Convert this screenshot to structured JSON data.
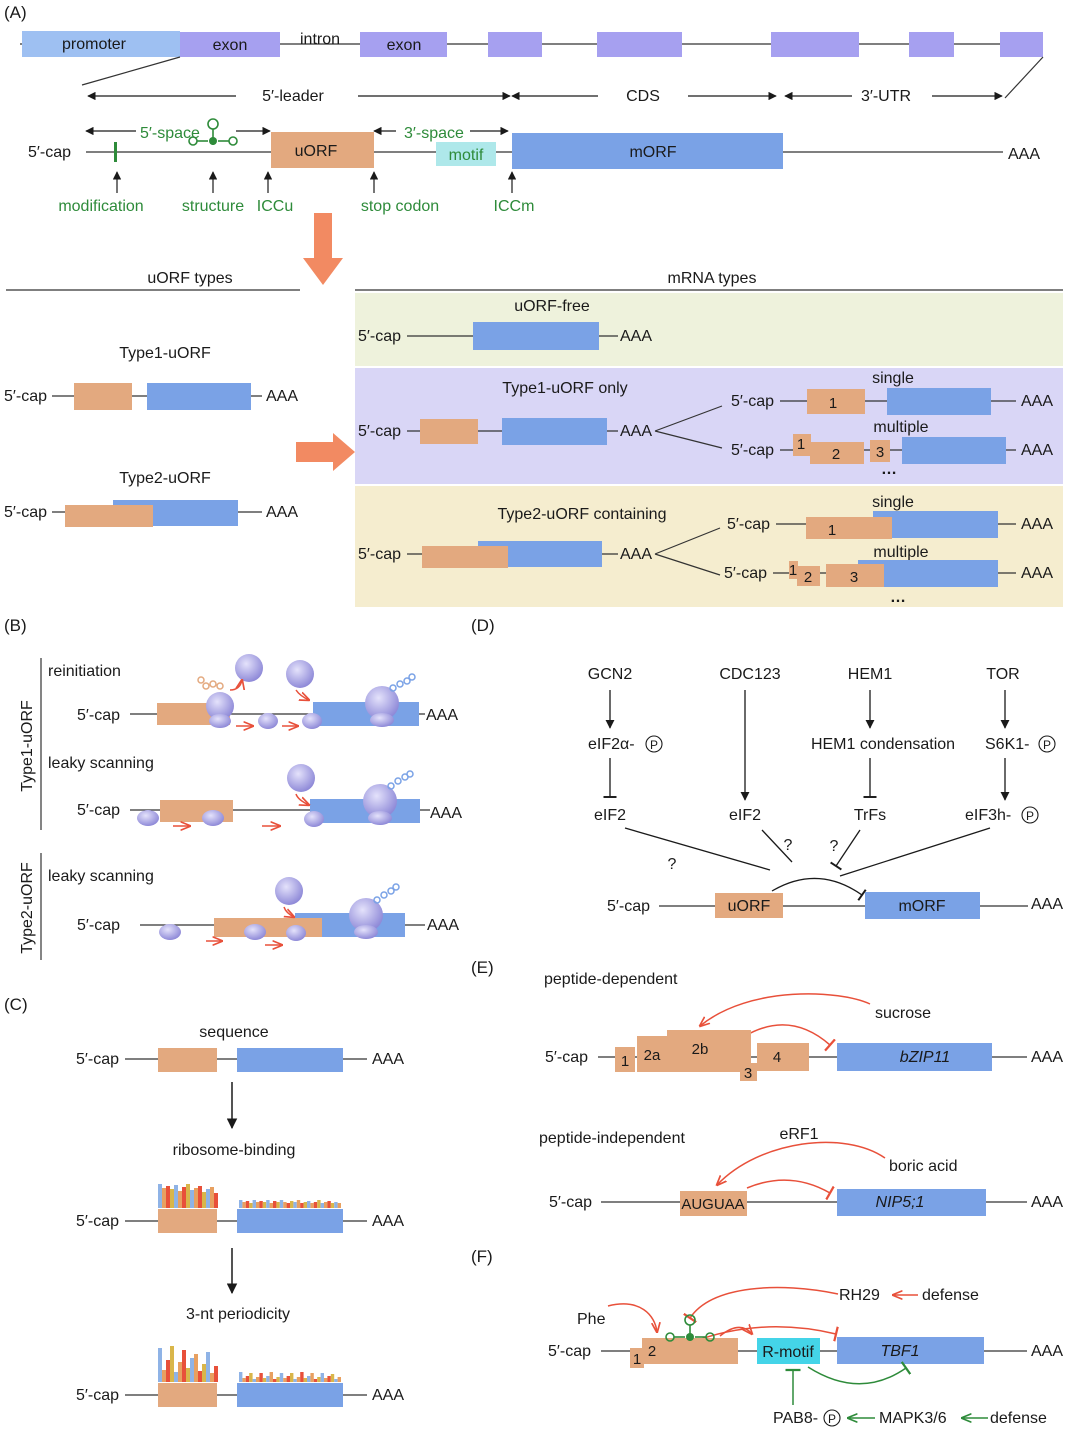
{
  "colors": {
    "orange_box": "#e3a97f",
    "blue_box": "#7aa2e6",
    "exon": "#a6a0f0",
    "promoter": "#9ec0f2",
    "motif": "#aee8ea",
    "green_panel": "#eef2dc",
    "purple_panel": "#d9d6f6",
    "yellow_panel": "#f5edcf",
    "red_arrow": "#e8503a",
    "green_text": "#2e8b3a",
    "big_arrow": "#f28a62",
    "r_motif": "#44d4e8"
  },
  "panels": {
    "a": "(A)",
    "b": "(B)",
    "c": "(C)",
    "d": "(D)",
    "e": "(E)",
    "f": "(F)"
  },
  "common": {
    "cap": "5′-cap",
    "aaa": "AAA"
  },
  "gene": {
    "promoter": "promoter",
    "exon": "exon",
    "intron": "intron",
    "leader": "5′-leader",
    "cds": "CDS",
    "utr3": "3′-UTR"
  },
  "mrna": {
    "space5": "5′-space",
    "space3": "3′-space",
    "uorf": "uORF",
    "motif": "motif",
    "morf": "mORF",
    "annotations": {
      "modification": "modification",
      "structure": "structure",
      "iccu": "ICCu",
      "stop_codon": "stop codon",
      "iccm": "ICCm"
    }
  },
  "uorf_types": {
    "header": "uORF types",
    "type1": "Type1-uORF",
    "type2": "Type2-uORF"
  },
  "mrna_types": {
    "header": "mRNA types",
    "free": "uORF-free",
    "type1_only": "Type1-uORF only",
    "type2_containing": "Type2-uORF containing",
    "single": "single",
    "multiple": "multiple",
    "ellipsis": "…",
    "nums": [
      "1",
      "2",
      "3"
    ]
  },
  "panel_b": {
    "type1": "Type1-uORF",
    "type2": "Type2-uORF",
    "reinitiation": "reinitiation",
    "leaky": "leaky scanning"
  },
  "panel_c": {
    "sequence": "sequence",
    "ribosome_binding": "ribosome-binding",
    "periodicity": "3-nt periodicity"
  },
  "panel_d": {
    "gcn2": "GCN2",
    "cdc123": "CDC123",
    "hem1": "HEM1",
    "tor": "TOR",
    "eif2a": "eIF2α-",
    "hem1_cond": "HEM1 condensation",
    "s6k1": "S6K1-",
    "eif2": "eIF2",
    "trfs": "TrFs",
    "eif3h": "eIF3h-",
    "q": "?",
    "p": "P",
    "uorf": "uORF",
    "morf": "mORF"
  },
  "panel_e": {
    "pep_dep": "peptide-dependent",
    "sucrose": "sucrose",
    "bzip": "bZIP11",
    "nums": [
      "1",
      "2a",
      "2b",
      "3",
      "4"
    ],
    "pep_indep": "peptide-independent",
    "erf1": "eRF1",
    "boric": "boric acid",
    "auguaa": "AUGUAA",
    "nip": "NIP5;1"
  },
  "panel_f": {
    "phe": "Phe",
    "rh29": "RH29",
    "defense": "defense",
    "rmotif": "R-motif",
    "tbf1": "TBF1",
    "pab8": "PAB8-",
    "mapk": "MAPK3/6",
    "nums": [
      "1",
      "2"
    ]
  }
}
